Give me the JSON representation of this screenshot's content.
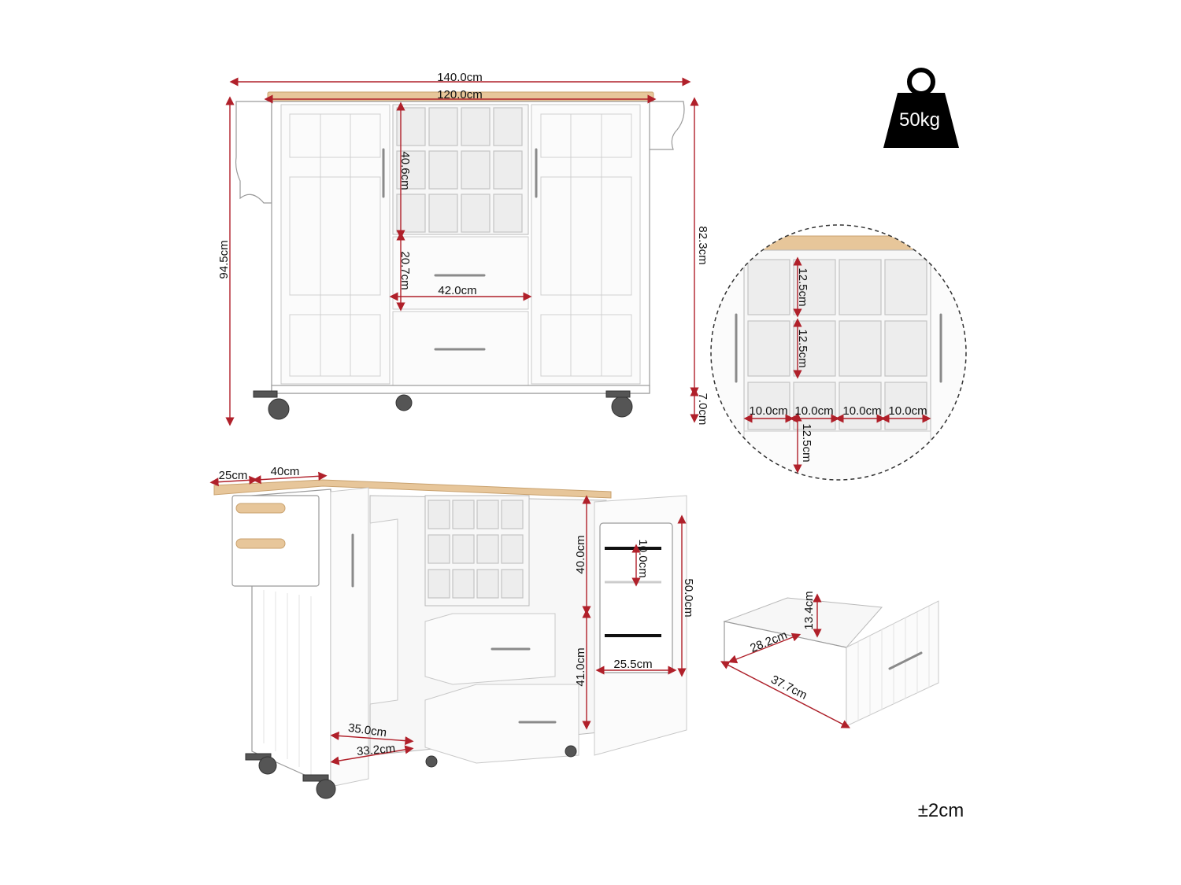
{
  "weight": {
    "label": "50kg",
    "icon": "weight-icon"
  },
  "tolerance": "±2cm",
  "front": {
    "overall_width": "140.0cm",
    "body_width": "120.0cm",
    "total_height": "94.5cm",
    "body_height": "82.3cm",
    "caster_height": "7.0cm",
    "wine_rack_height": "40.6cm",
    "drawer_height": "20.7cm",
    "drawer_width": "42.0cm"
  },
  "zoom": {
    "cube_heights": [
      "12.5cm",
      "12.5cm",
      "12.5cm"
    ],
    "cube_widths": [
      "10.0cm",
      "10.0cm",
      "10.0cm",
      "10.0cm"
    ]
  },
  "perspective": {
    "drop_leaf_depth": "25cm",
    "depth": "40cm",
    "upper_shelf_height": "40.0cm",
    "lower_shelf_height": "41.0cm",
    "door_height": "50.0cm",
    "door_rack_spacing": "10.0cm",
    "door_rack_width": "25.5cm",
    "cabinet_depth": "35.0cm",
    "inner_depth": "33.2cm"
  },
  "drawer": {
    "height": "13.4cm",
    "depth": "28.2cm",
    "width": "37.7cm"
  },
  "colors": {
    "dimension_line": "#b0202a",
    "wood_top": "#e7c69a",
    "cabinet": "#ffffff",
    "weight_icon": "#000000"
  }
}
